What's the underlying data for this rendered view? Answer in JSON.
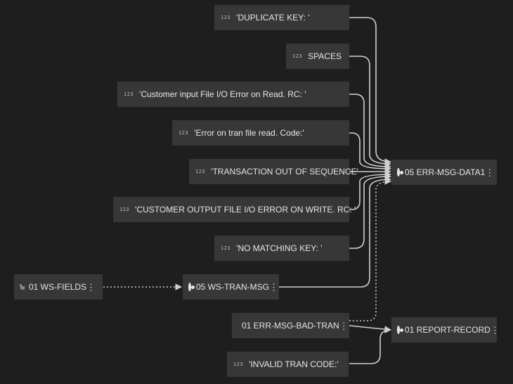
{
  "nodes": {
    "dup_key": "'DUPLICATE KEY: '",
    "spaces": "SPACES",
    "cust_input": "'Customer input File I/O Error on Read. RC: '",
    "tran_file": "'Error on tran file read. Code:'",
    "out_of_seq": "'TRANSACTION OUT OF SEQUENCE'",
    "cust_output": "'CUSTOMER OUTPUT FILE I/O ERROR ON WRITE. RC: '",
    "no_match": "'NO MATCHING KEY: '",
    "ws_fields": "01 WS-FIELDS",
    "ws_tran_msg": "05 WS-TRAN-MSG",
    "err_msg_data1": "05 ERR-MSG-DATA1",
    "err_msg_bad_tran": "01 ERR-MSG-BAD-TRAN",
    "report_record": "01 REPORT-RECORD",
    "invalid_tran": "'INVALID TRAN CODE:'"
  },
  "literal_icon_text": "123",
  "kebab_glyph": "⋮",
  "icons": {
    "literal": "numeric-literal-icon",
    "field": "field-circle-icon",
    "structure": "structure-group-icon",
    "menu": "kebab-menu-icon"
  },
  "colors": {
    "background": "#1e1e1e",
    "node": "#373737",
    "text": "#e6e6e6",
    "edge": "#cfcfcf"
  }
}
